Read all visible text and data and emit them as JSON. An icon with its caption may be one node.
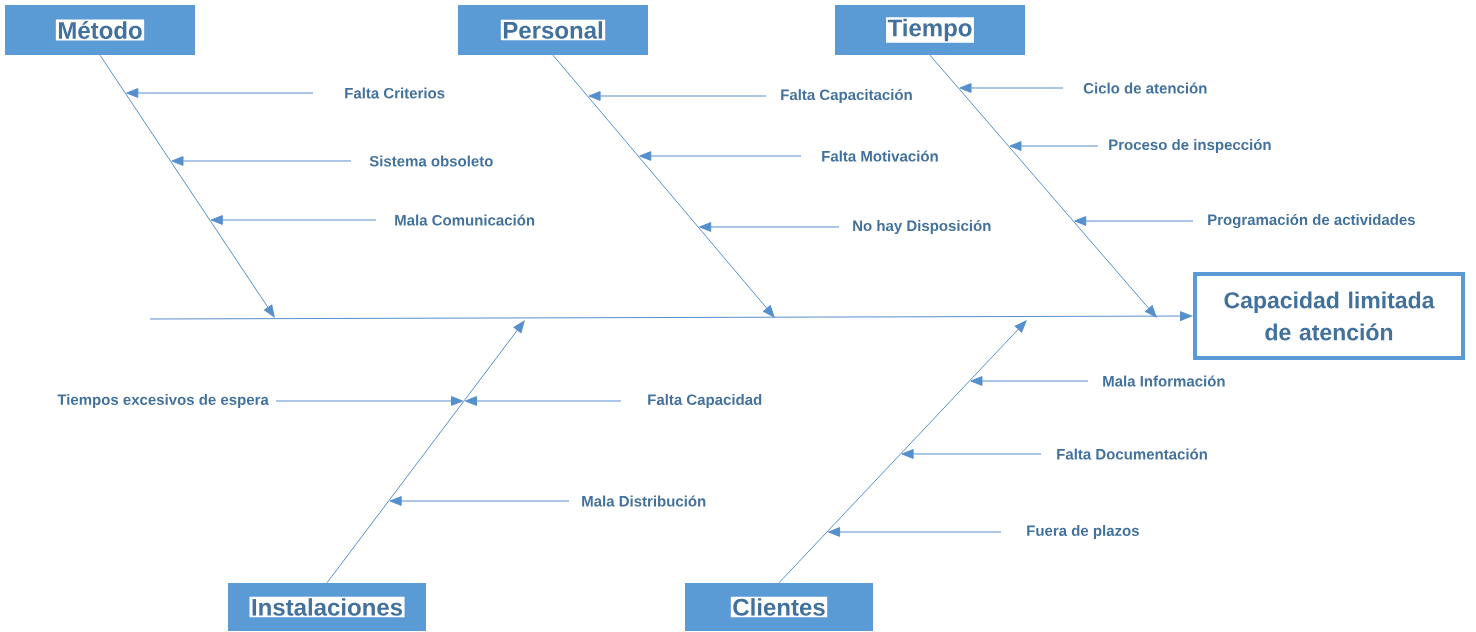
{
  "diagram": {
    "nodes": [
      {
        "text": [
          "Método"
        ]
      },
      {
        "text": [
          "Personal"
        ]
      },
      {
        "text": [
          "Tiempo"
        ]
      },
      {
        "text": [
          "Instalaciones"
        ]
      },
      {
        "text": [
          "Clientes"
        ]
      },
      {
        "text": [
          "Capacidad limitada de atención"
        ]
      },
      {
        "text": [
          "Falta Criterios"
        ]
      },
      {
        "text": [
          "Sistema obsoleto"
        ]
      },
      {
        "text": [
          "Mala Comunicación"
        ]
      },
      {
        "text": [
          "Falta Capacitación"
        ]
      },
      {
        "text": [
          "Falta Motivación"
        ]
      },
      {
        "text": [
          "No hay Disposición"
        ]
      },
      {
        "text": [
          "Ciclo de atención"
        ]
      },
      {
        "text": [
          "Proceso de inspección"
        ]
      },
      {
        "text": [
          "Programación de actividades"
        ]
      },
      {
        "text": [
          "Tiempos excesivos de espera"
        ]
      },
      {
        "text": [
          "Falta Capacidad"
        ]
      },
      {
        "text": [
          "Mala Distribución"
        ]
      },
      {
        "text": [
          "Mala Información"
        ]
      },
      {
        "text": [
          "Falta Documentación"
        ]
      },
      {
        "text": [
          "Fuera de plazos"
        ]
      }
    ],
    "edges": [
      {
        "from": 0,
        "to": null,
        "arrow": "to"
      },
      {
        "from": 1,
        "to": null,
        "arrow": "to"
      },
      {
        "from": 2,
        "to": null,
        "arrow": "to"
      },
      {
        "from": 3,
        "to": null,
        "arrow": "to"
      },
      {
        "from": 4,
        "to": null,
        "arrow": "to"
      },
      {
        "from": null,
        "to": 5,
        "arrow": "to"
      },
      {
        "from": 6,
        "to": null,
        "arrow": "to"
      },
      {
        "from": 7,
        "to": null,
        "arrow": "to"
      },
      {
        "from": 8,
        "to": null,
        "arrow": "to"
      },
      {
        "from": 9,
        "to": null,
        "arrow": "to"
      },
      {
        "from": 10,
        "to": null,
        "arrow": "to"
      },
      {
        "from": 11,
        "to": null,
        "arrow": "to"
      },
      {
        "from": 12,
        "to": null,
        "arrow": "to"
      },
      {
        "from": 13,
        "to": null,
        "arrow": "to"
      },
      {
        "from": 14,
        "to": null,
        "arrow": "to"
      },
      {
        "from": 15,
        "to": null,
        "arrow": "to"
      },
      {
        "from": 16,
        "to": null,
        "arrow": "to"
      },
      {
        "from": 17,
        "to": null,
        "arrow": "to"
      },
      {
        "from": 18,
        "to": null,
        "arrow": "to"
      },
      {
        "from": 19,
        "to": null,
        "arrow": "to"
      },
      {
        "from": 20,
        "to": null,
        "arrow": "to"
      }
    ]
  }
}
